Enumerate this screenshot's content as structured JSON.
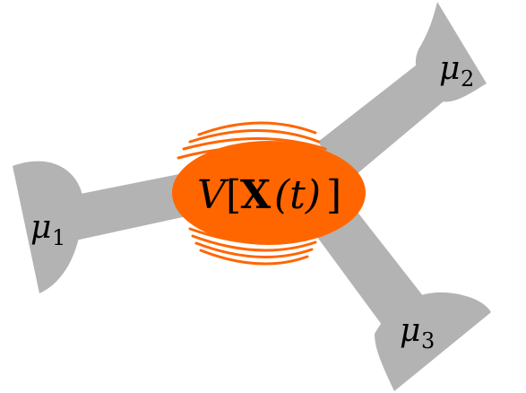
{
  "colors": {
    "lead": "#b3b3b3",
    "center_fill": "#ff6600",
    "ring_stroke": "#ff6600",
    "text": "#000000"
  },
  "center_label": {
    "prefix": "V",
    "open_bracket": "[",
    "bold_symbol": "X",
    "argument": "(t)",
    "close_bracket": "]"
  },
  "leads": [
    {
      "symbol": "μ",
      "subscript": "1"
    },
    {
      "symbol": "μ",
      "subscript": "2"
    },
    {
      "symbol": "μ",
      "subscript": "3"
    }
  ]
}
